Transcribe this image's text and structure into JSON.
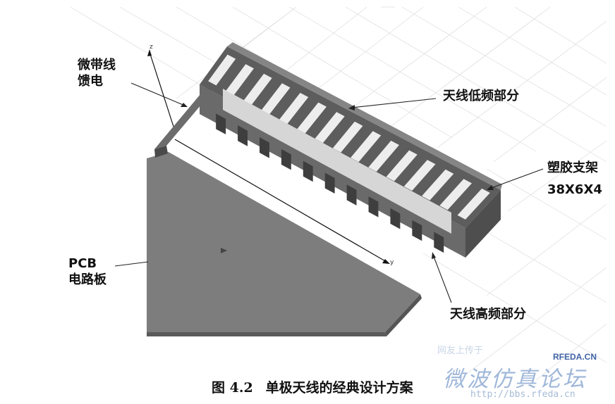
{
  "labels": {
    "feed": [
      "微带线",
      "馈电"
    ],
    "low_band": "天线低频部分",
    "holder": [
      "塑胶支架",
      "38X6X4"
    ],
    "pcb": [
      "PCB",
      "电路板"
    ],
    "high_band": "天线高频部分"
  },
  "axes": {
    "z": "z",
    "y": "y"
  },
  "caption": {
    "number": "图 4.2",
    "text": "单极天线的经典设计方案"
  },
  "watermark": {
    "top": "网友上传于",
    "brand": "RFEDA.CN",
    "title": "微波仿真论坛",
    "url": "http://bbs.rfeda.cn"
  },
  "colors": {
    "pcb": "#7d7d7d",
    "holder_top": "#5d5d5d",
    "holder_front": "#6a6a6a",
    "holder_light": "#d6d6d6",
    "slot": "#ededed",
    "grid": "#dadada",
    "text": "#111111"
  }
}
